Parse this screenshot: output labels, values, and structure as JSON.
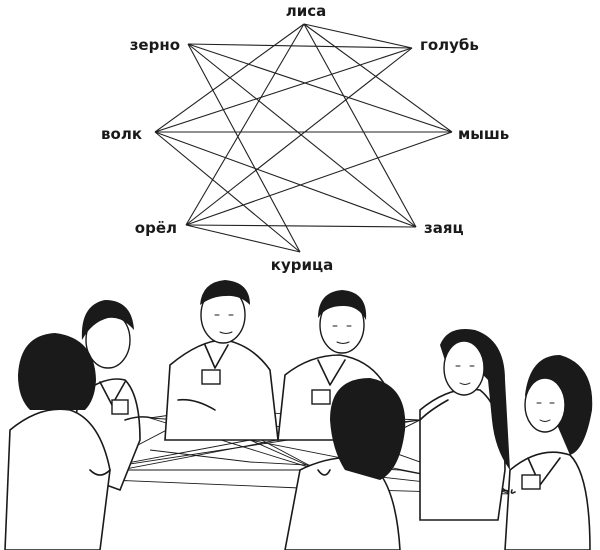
{
  "diagram": {
    "nodes": [
      {
        "id": "fox",
        "label": "лиса"
      },
      {
        "id": "grain",
        "label": "зерно"
      },
      {
        "id": "pigeon",
        "label": "голубь"
      },
      {
        "id": "wolf",
        "label": "волк"
      },
      {
        "id": "mouse",
        "label": "мышь"
      },
      {
        "id": "eagle",
        "label": "орёл"
      },
      {
        "id": "hare",
        "label": "заяц"
      },
      {
        "id": "hen",
        "label": "курица"
      }
    ],
    "edges": [
      [
        "grain",
        "pigeon"
      ],
      [
        "grain",
        "mouse"
      ],
      [
        "grain",
        "hare"
      ],
      [
        "grain",
        "hen"
      ],
      [
        "fox",
        "pigeon"
      ],
      [
        "fox",
        "wolf"
      ],
      [
        "fox",
        "eagle"
      ],
      [
        "fox",
        "mouse"
      ],
      [
        "fox",
        "hare"
      ],
      [
        "wolf",
        "pigeon"
      ],
      [
        "wolf",
        "mouse"
      ],
      [
        "wolf",
        "hare"
      ],
      [
        "wolf",
        "hen"
      ],
      [
        "eagle",
        "pigeon"
      ],
      [
        "eagle",
        "mouse"
      ],
      [
        "eagle",
        "hare"
      ],
      [
        "eagle",
        "hen"
      ]
    ]
  },
  "illustration": {
    "subject": "children-holding-string-web"
  }
}
